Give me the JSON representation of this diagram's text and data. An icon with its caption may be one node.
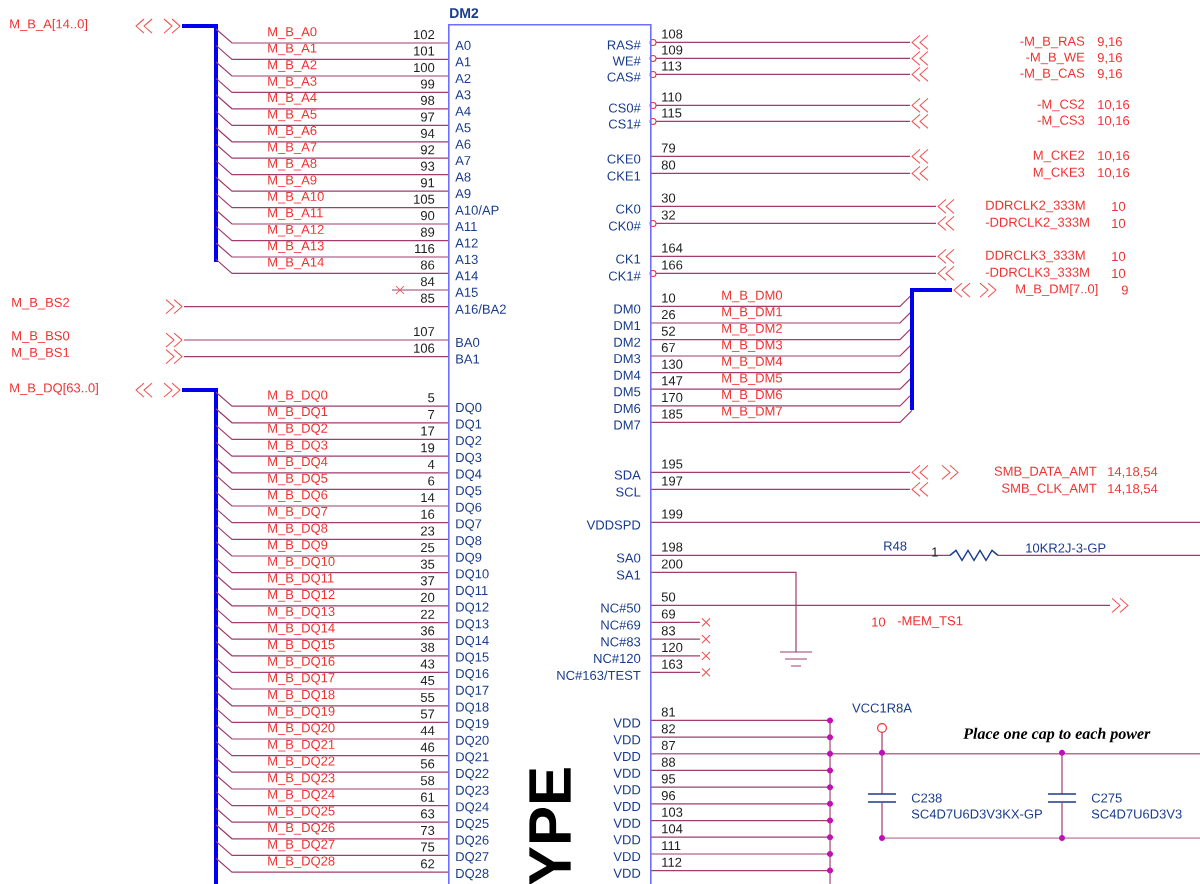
{
  "diagram": {
    "nodes": [
      {
        "text": [
          "DM2",
          "A0",
          "A1",
          "A2",
          "A3",
          "A4",
          "A5",
          "A6",
          "A7",
          "A8",
          "A9",
          "A10/AP",
          "A11",
          "A12",
          "A13",
          "A14",
          "A15",
          "A16/BA2",
          "BA0",
          "BA1",
          "DQ0",
          "DQ1",
          "DQ2",
          "DQ3",
          "DQ4",
          "DQ5",
          "DQ6",
          "DQ7",
          "DQ8",
          "DQ9",
          "DQ10",
          "DQ11",
          "DQ12",
          "DQ13",
          "DQ14",
          "DQ15",
          "DQ16",
          "DQ17",
          "DQ18",
          "DQ19",
          "DQ20",
          "DQ21",
          "DQ22",
          "DQ23",
          "DQ24",
          "DQ25",
          "DQ26",
          "DQ27",
          "DQ28",
          "RAS#",
          "WE#",
          "CAS#",
          "CS0#",
          "CS1#",
          "CKE0",
          "CKE1",
          "CK0",
          "CK0#",
          "CK1",
          "CK1#",
          "DM0",
          "DM1",
          "DM2",
          "DM3",
          "DM4",
          "DM5",
          "DM6",
          "DM7",
          "SDA",
          "SCL",
          "VDDSPD",
          "SA0",
          "SA1",
          "NC#50",
          "NC#69",
          "NC#83",
          "NC#120",
          "NC#163/TEST",
          "VDD",
          "VDD",
          "VDD",
          "VDD",
          "VDD",
          "VDD",
          "VDD",
          "VDD",
          "VDD",
          "VDD",
          "YPE"
        ]
      }
    ],
    "labels": [
      "M_B_A[14..0]",
      "M_B_A0",
      "102",
      "M_B_A1",
      "101",
      "M_B_A2",
      "100",
      "M_B_A3",
      "99",
      "M_B_A4",
      "98",
      "M_B_A5",
      "97",
      "M_B_A6",
      "94",
      "M_B_A7",
      "92",
      "M_B_A8",
      "93",
      "M_B_A9",
      "91",
      "M_B_A10",
      "105",
      "M_B_A11",
      "90",
      "M_B_A12",
      "89",
      "M_B_A13",
      "116",
      "M_B_A14",
      "86",
      "84",
      "M_B_BS2",
      "85",
      "M_B_BS0",
      "107",
      "M_B_BS1",
      "106",
      "M_B_DQ[63..0]",
      "M_B_DQ0",
      "5",
      "M_B_DQ1",
      "7",
      "M_B_DQ2",
      "17",
      "M_B_DQ3",
      "19",
      "M_B_DQ4",
      "4",
      "M_B_DQ5",
      "6",
      "M_B_DQ6",
      "14",
      "M_B_DQ7",
      "16",
      "M_B_DQ8",
      "23",
      "M_B_DQ9",
      "25",
      "M_B_DQ10",
      "35",
      "M_B_DQ11",
      "37",
      "M_B_DQ12",
      "20",
      "M_B_DQ13",
      "22",
      "M_B_DQ14",
      "36",
      "M_B_DQ15",
      "38",
      "M_B_DQ16",
      "43",
      "M_B_DQ17",
      "45",
      "M_B_DQ18",
      "55",
      "M_B_DQ19",
      "57",
      "M_B_DQ20",
      "44",
      "M_B_DQ21",
      "46",
      "M_B_DQ22",
      "56",
      "M_B_DQ23",
      "58",
      "M_B_DQ24",
      "61",
      "M_B_DQ25",
      "63",
      "M_B_DQ26",
      "73",
      "M_B_DQ27",
      "75",
      "M_B_DQ28",
      "62",
      "108",
      "-M_B_RAS",
      "9,16",
      "109",
      "-M_B_WE",
      "9,16",
      "113",
      "-M_B_CAS",
      "9,16",
      "110",
      "-M_CS2",
      "10,16",
      "115",
      "-M_CS3",
      "10,16",
      "79",
      "M_CKE2",
      "10,16",
      "80",
      "M_CKE3",
      "10,16",
      "30",
      "DDRCLK2_333M",
      "10",
      "32",
      "-DDRCLK2_333M",
      "10",
      "164",
      "DDRCLK3_333M",
      "10",
      "166",
      "-DDRCLK3_333M",
      "10",
      "10",
      "M_B_DM0",
      "26",
      "M_B_DM1",
      "52",
      "M_B_DM2",
      "67",
      "M_B_DM3",
      "130",
      "M_B_DM4",
      "147",
      "M_B_DM5",
      "170",
      "M_B_DM6",
      "185",
      "M_B_DM7",
      "M_B_DM[7..0]",
      "9",
      "195",
      "SMB_DATA_AMT",
      "14,18,54",
      "197",
      "SMB_CLK_AMT",
      "14,18,54",
      "199",
      "198",
      "200",
      "50",
      "69",
      "83",
      "120",
      "163",
      "81",
      "82",
      "87",
      "88",
      "95",
      "96",
      "103",
      "104",
      "111",
      "112",
      "R48",
      "1",
      "10KR2J-3-GP",
      "10",
      "-MEM_TS1",
      "VCC1R8A",
      "Place one cap to each power",
      "C238",
      "SC4D7U6D3V3KX-GP",
      "C275",
      "SC4D7U6D3V3"
    ]
  }
}
